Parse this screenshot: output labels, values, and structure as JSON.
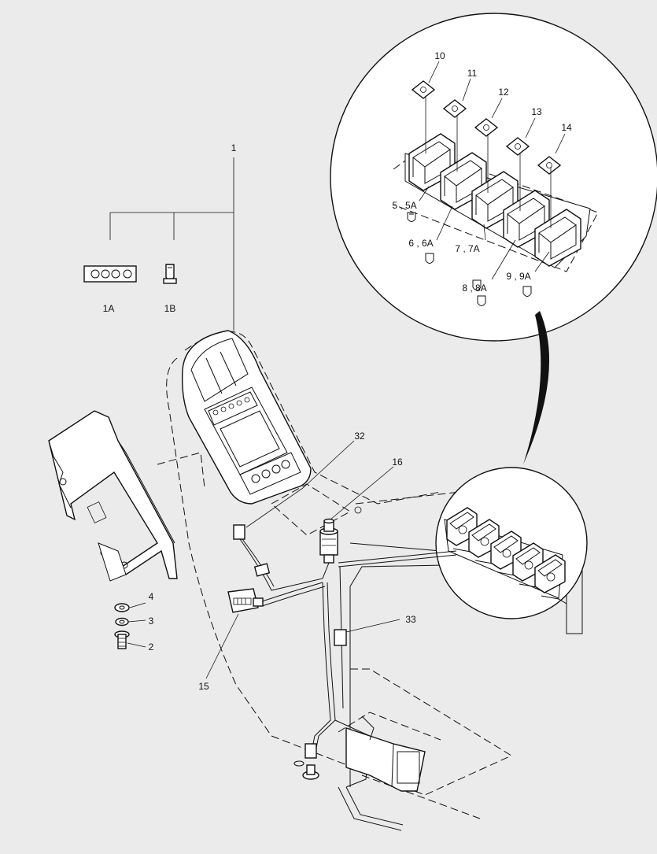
{
  "labels": {
    "c1": "1",
    "c1a": "1A",
    "c1b": "1B",
    "c2": "2",
    "c3": "3",
    "c4": "4",
    "c10": "10",
    "c11": "11",
    "c12": "12",
    "c13": "13",
    "c14": "14",
    "c15": "15",
    "c16": "16",
    "c32": "32",
    "c33": "33",
    "c5": "5 , 5A",
    "c6": "6 , 6A",
    "c7": "7 , 7A",
    "c8": "8 , 8A",
    "c9": "9 , 9A"
  },
  "switch_icons": [
    "work-light-symbol",
    "wiper-symbol",
    "fan-symbol",
    "beacon-symbol",
    "horn-symbol"
  ]
}
